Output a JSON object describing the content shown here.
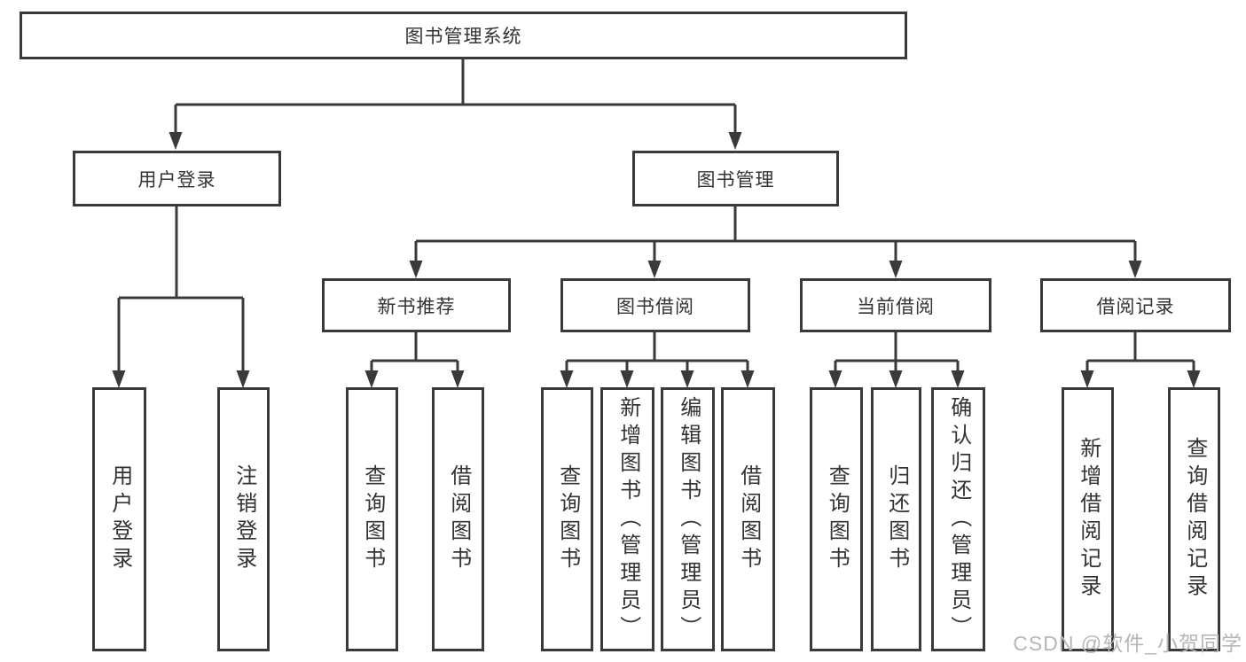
{
  "colors": {
    "line": "#3a3a3a",
    "text": "#333333",
    "node_background": "#ffffff",
    "watermark": "#b6b6b6"
  },
  "watermark": "CSDN @软件_小贺同学",
  "tree": {
    "root": "图书管理系统",
    "branches": [
      {
        "label": "用户登录",
        "children": [
          {
            "label": "用户登录"
          },
          {
            "label": "注销登录"
          }
        ]
      },
      {
        "label": "图书管理",
        "children": [
          {
            "label": "新书推荐",
            "children": [
              {
                "label": "查询图书"
              },
              {
                "label": "借阅图书"
              }
            ]
          },
          {
            "label": "图书借阅",
            "children": [
              {
                "label": "查询图书"
              },
              {
                "label": "新增图书（管理员）"
              },
              {
                "label": "编辑图书（管理员）"
              },
              {
                "label": "借阅图书"
              }
            ]
          },
          {
            "label": "当前借阅",
            "children": [
              {
                "label": "查询图书"
              },
              {
                "label": "归还图书"
              },
              {
                "label": "确认归还（管理员）"
              }
            ]
          },
          {
            "label": "借阅记录",
            "children": [
              {
                "label": "新增借阅记录"
              },
              {
                "label": "查询借阅记录"
              }
            ]
          }
        ]
      }
    ]
  }
}
